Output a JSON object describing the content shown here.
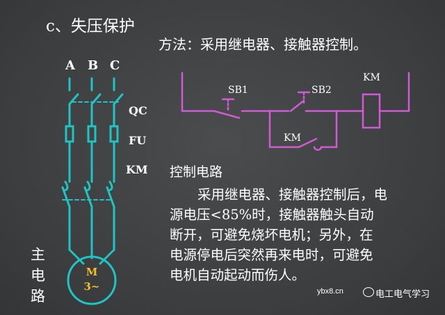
{
  "title": "c、失压保护",
  "method": "方法：采用继电器、接触器控制。",
  "main_circuit": {
    "phases": [
      "A",
      "B",
      "C"
    ],
    "labels": {
      "qc": "QC",
      "fu": "FU",
      "km": "KM"
    },
    "motor_line1": "M",
    "motor_line2": "3~",
    "side_label": [
      "主",
      "电",
      "路"
    ]
  },
  "control_circuit": {
    "sb1": "SB1",
    "sb2": "SB2",
    "km_coil": "KM",
    "km_contact": "KM"
  },
  "section_title": "控制电路",
  "description_lines": [
    "采用继电器、接触器控制后，电",
    "源电压<85%时，接触器触头自动",
    "断开，可避免烧坏电机；另外，在",
    "电源停电后突然再来电时，可避免",
    "电机自动起动而伤人。"
  ],
  "watermark": {
    "site": "ybx8.cn",
    "brand": "电工电气学习"
  },
  "colors": {
    "main_circuit": "#21c4c4",
    "control_circuit": "#d25ad6",
    "background": "#3c3e40"
  }
}
